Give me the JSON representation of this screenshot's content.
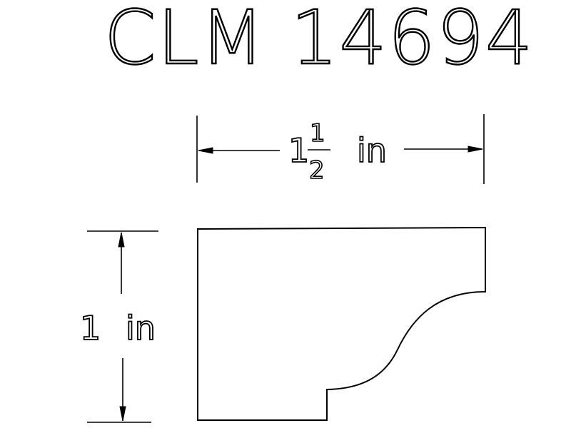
{
  "title": "CLM 14694",
  "width_dimension": {
    "whole": "1",
    "numerator": "1",
    "denominator": "2",
    "unit": "in"
  },
  "height_dimension": {
    "value": "1",
    "unit": "in"
  },
  "colors": {
    "line": "#000000",
    "background": "#ffffff"
  }
}
